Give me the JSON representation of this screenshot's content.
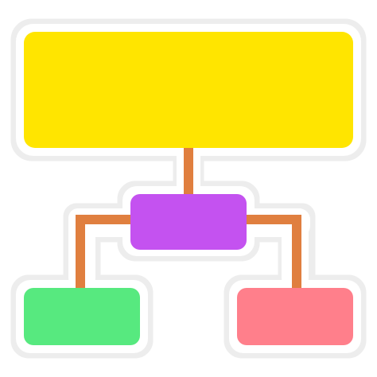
{
  "icon": {
    "name": "hierarchy-diagram-sticker-icon",
    "colors": {
      "top_box": "#FFE500",
      "middle_box": "#C452F0",
      "left_box": "#57E97F",
      "right_box": "#FF7F8B",
      "connector": "#E07F3F",
      "sticker_border": "#EDEDED",
      "background": "#FFFFFF"
    },
    "nodes": [
      {
        "id": "top",
        "color_key": "top_box"
      },
      {
        "id": "middle",
        "color_key": "middle_box"
      },
      {
        "id": "left",
        "color_key": "left_box"
      },
      {
        "id": "right",
        "color_key": "right_box"
      }
    ]
  }
}
